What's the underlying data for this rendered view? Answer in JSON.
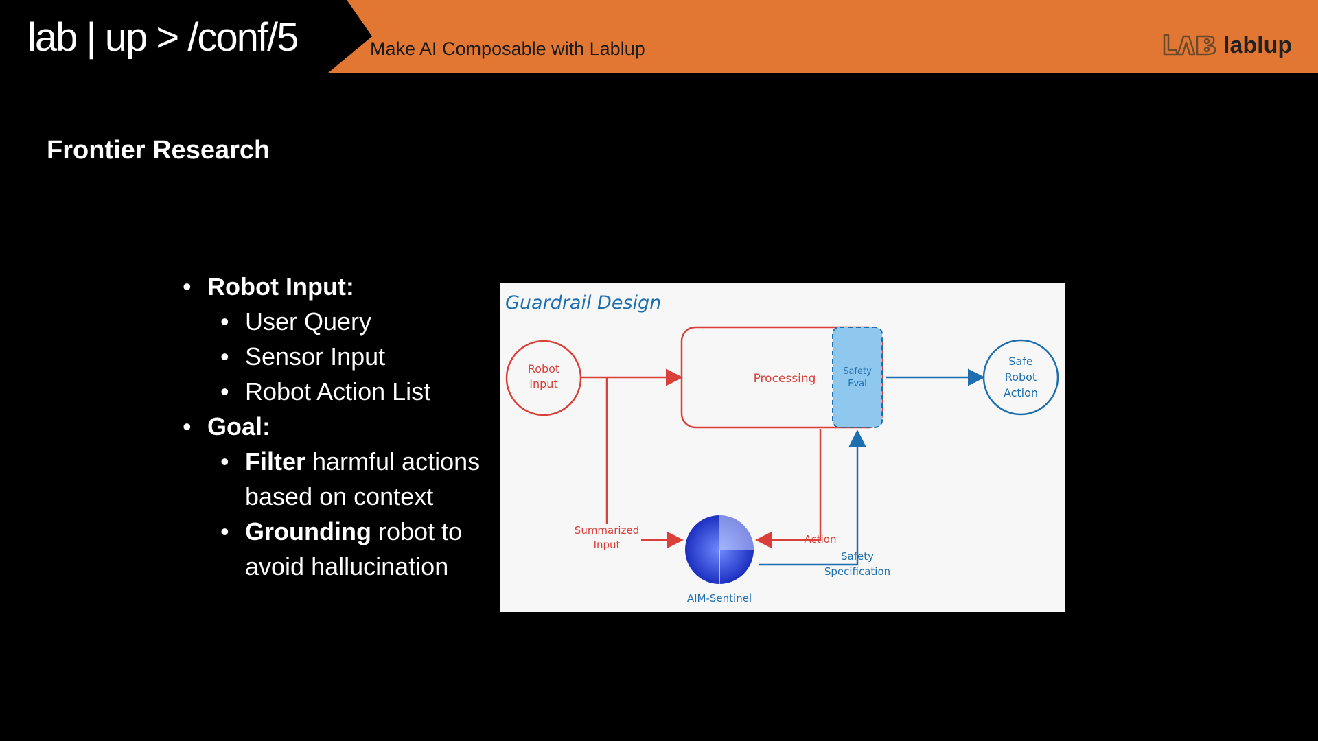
{
  "header": {
    "conference_logo": "lab | up > /conf/5",
    "tagline": "Make AI Composable with Lablup",
    "brand": "lablup",
    "brand_mark_icon": "lablup-mark-icon",
    "colors": {
      "orange": "#e27633",
      "background": "#000000"
    }
  },
  "slide": {
    "title": "Frontier Research",
    "bullets": {
      "robot_input_heading": "Robot Input:",
      "robot_input_items": [
        "User Query",
        "Sensor Input",
        "Robot Action List"
      ],
      "goal_heading": "Goal:",
      "goal_items": [
        {
          "bold": "Filter",
          "rest": " harmful actions based on context"
        },
        {
          "bold": "Grounding",
          "rest": " robot to avoid hallucination"
        }
      ]
    }
  },
  "diagram": {
    "title": "Guardrail Design",
    "robot_input": [
      "Robot",
      "Input"
    ],
    "processing": "Processing",
    "safety_eval": [
      "Safety",
      "Eval"
    ],
    "safe_robot_action": [
      "Safe",
      "Robot",
      "Action"
    ],
    "summarized_input": [
      "Summarized",
      "Input"
    ],
    "action": "Action",
    "safety_specification": [
      "Safety",
      "Specification"
    ],
    "aim_sentinel": "AIM-Sentinel",
    "colors": {
      "red": "#d9403a",
      "blue": "#1e6fb0",
      "fill_blue": "#8fc8ee",
      "sentinel": "#2b3fd0"
    }
  }
}
